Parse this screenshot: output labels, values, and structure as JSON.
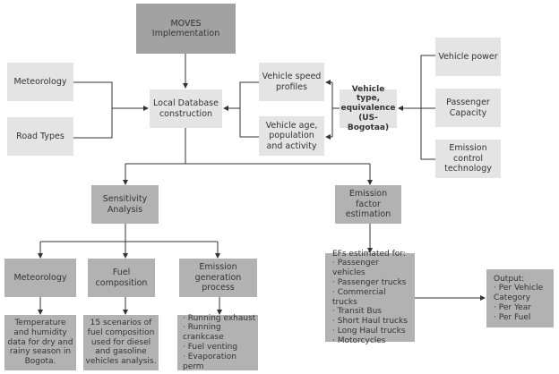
{
  "nodes": {
    "moves": "MOVES Implementation",
    "meteorology_input": "Meteorology",
    "road_types": "Road Types",
    "local_db": "Local Database construction",
    "speed_profiles": "Vehicle speed profiles",
    "vehicle_age": "Vehicle age, population and activity",
    "vehicle_type": "Vehicle type, equivalence (US-Bogotaa)",
    "vehicle_power": "Vehicle power",
    "passenger_capacity": "Passenger Capacity",
    "emission_control": "Emission control technology",
    "sensitivity": "Sensitivity Analysis",
    "ef_estimation": "Emission factor estimation",
    "meteorology_sa": "Meteorology",
    "fuel_composition": "Fuel composition",
    "emission_generation": "Emission generation process",
    "temp_humidity": "Temperature and humidity data for dry and rainy season in Bogota.",
    "fuel_scenarios": "15 scenarios of fuel composition used for diesel and gasoline vehicles analysis.",
    "processes": [
      "Running exhaust",
      "Running crankcase",
      "Fuel venting",
      "Evaporation perm"
    ],
    "efs_title": "EFs estimated for:",
    "efs": [
      "Passenger vehicles",
      "Passenger trucks",
      "Commercial trucks",
      "Transit Bus",
      "Short Haul trucks",
      "Long Haul trucks",
      "Motorcycles"
    ],
    "output_title": "Output:",
    "outputs": [
      "Per Vehicle Category",
      "Per Year",
      "Per Fuel"
    ]
  }
}
